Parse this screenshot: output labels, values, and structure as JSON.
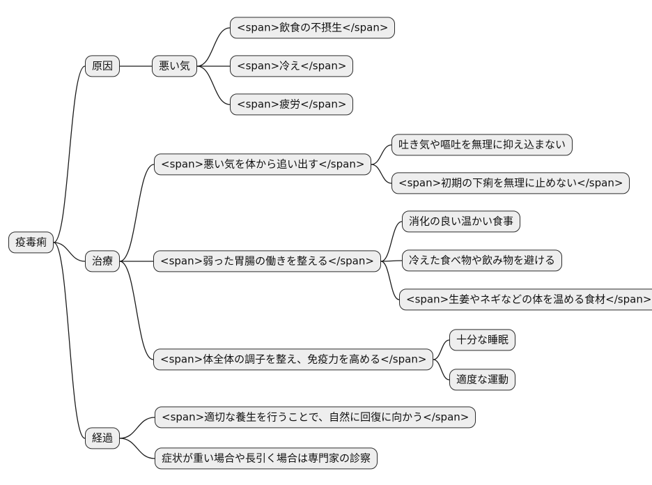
{
  "diagram": {
    "type": "mindmap",
    "root": {
      "id": "root",
      "label": "疫毒痢",
      "children": [
        {
          "id": "genin",
          "label": "原因",
          "children": [
            {
              "id": "waruiki",
              "label": "悪い気",
              "children": [
                {
                  "id": "inshoku",
                  "label": "<span>飲食の不摂生</span>"
                },
                {
                  "id": "hie",
                  "label": "<span>冷え</span>"
                },
                {
                  "id": "hiro",
                  "label": "<span>疲労</span>"
                }
              ]
            }
          ]
        },
        {
          "id": "chiryo",
          "label": "治療",
          "children": [
            {
              "id": "oidasu",
              "label": "<span>悪い気を体から追い出す</span>",
              "children": [
                {
                  "id": "hakike",
                  "label": "吐き気や嘔吐を無理に抑え込まない"
                },
                {
                  "id": "shokigeri",
                  "label": "<span>初期の下痢を無理に止めない</span>"
                }
              ]
            },
            {
              "id": "icho",
              "label": "<span>弱った胃腸の働きを整える</span>",
              "children": [
                {
                  "id": "shoka",
                  "label": "消化の良い温かい食事"
                },
                {
                  "id": "hieta",
                  "label": "冷えた食べ物や飲み物を避ける"
                },
                {
                  "id": "shoga",
                  "label": "<span>生姜やネギなどの体を温める食材</span>"
                }
              ]
            },
            {
              "id": "karada",
              "label": "<span>体全体の調子を整え、免疫力を高める</span>",
              "children": [
                {
                  "id": "suimin",
                  "label": "十分な睡眠"
                },
                {
                  "id": "undo",
                  "label": "適度な運動"
                }
              ]
            }
          ]
        },
        {
          "id": "keika",
          "label": "経過",
          "children": [
            {
              "id": "yojo",
              "label": "<span>適切な養生を行うことで、自然に回復に向かう</span>"
            },
            {
              "id": "shojo",
              "label": "症状が重い場合や長引く場合は専門家の診察"
            }
          ]
        }
      ]
    },
    "style": {
      "background": "#ffffff",
      "node_fill": "#eeeeee",
      "node_border": "#2b2b2b",
      "link_color": "#1a1a1a",
      "text_color": "#111111"
    }
  }
}
